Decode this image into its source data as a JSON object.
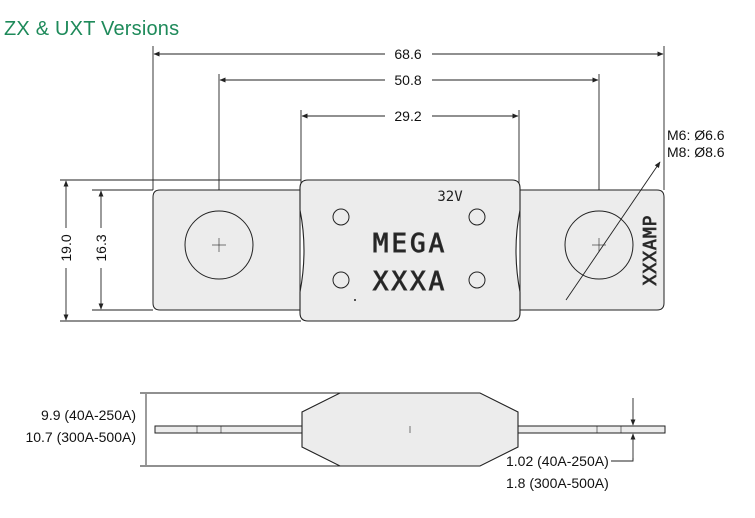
{
  "title": "ZX & UXT Versions",
  "top_view": {
    "dim_overall": "68.6",
    "dim_hole_spacing": "50.8",
    "dim_body": "29.2",
    "hole_note_m6": "M6: Ø6.6",
    "hole_note_m8": "M8: Ø8.6",
    "dim_height_outer": "19.0",
    "dim_height_inner": "16.3",
    "body_voltage": "32V",
    "body_brand": "MEGA",
    "body_rating": "XXXA",
    "terminal_marking": "XXXAMP"
  },
  "side_view": {
    "height_label_1": "9.9 (40A-250A)",
    "height_label_2": "10.7 (300A-500A)",
    "thickness_label_1": "1.02 (40A-250A)",
    "thickness_label_2": "1.8 (300A-500A)"
  },
  "colors": {
    "title": "#1e8a5a",
    "line": "#222222"
  }
}
